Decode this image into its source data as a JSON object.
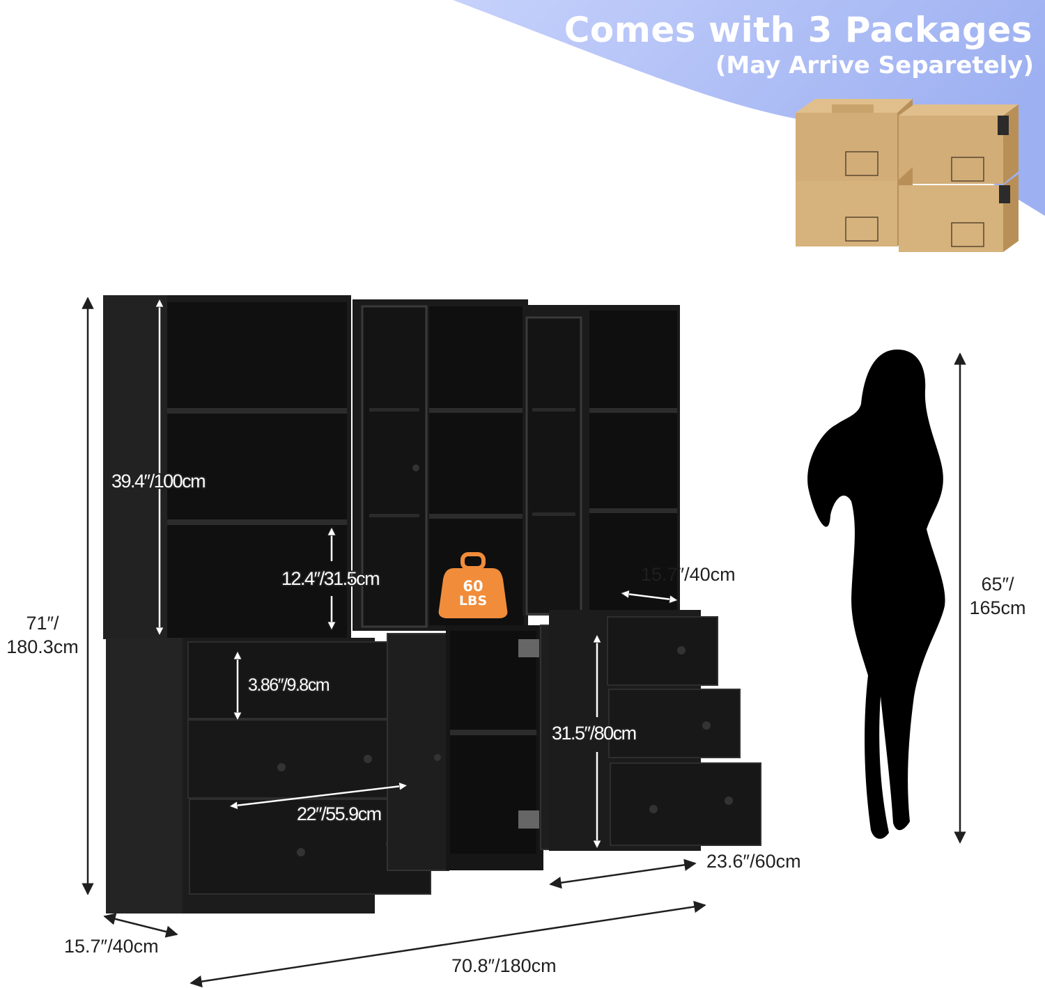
{
  "banner": {
    "title": "Comes with 3 Packages",
    "subtitle": "(May Arrive Separetely)",
    "accent_color": "#a9b8f3"
  },
  "weight_badge": {
    "value": "60",
    "unit": "LBS",
    "color": "#f08c3a"
  },
  "dimensions": {
    "total_height": [
      "71″/",
      "180.3cm"
    ],
    "top_shelf_height": "39.4″/100cm",
    "shelf_spacing": "12.4″/31.5cm",
    "small_drawer_height": "3.86″/9.8cm",
    "drawer_width": "22″/55.9cm",
    "top_depth": "15.7″/40cm",
    "base_cabinet_height": "31.5″/80cm",
    "base_depth": "23.6″/60cm",
    "side_depth": "15.7″/40cm",
    "total_width": "70.8″/180cm",
    "person_height": [
      "65″/",
      "165cm"
    ]
  },
  "icons": {
    "boxes": "cardboard-box-icon",
    "weight": "weight-icon",
    "person": "person-silhouette-icon"
  },
  "furniture_color": "#1a1a1a"
}
